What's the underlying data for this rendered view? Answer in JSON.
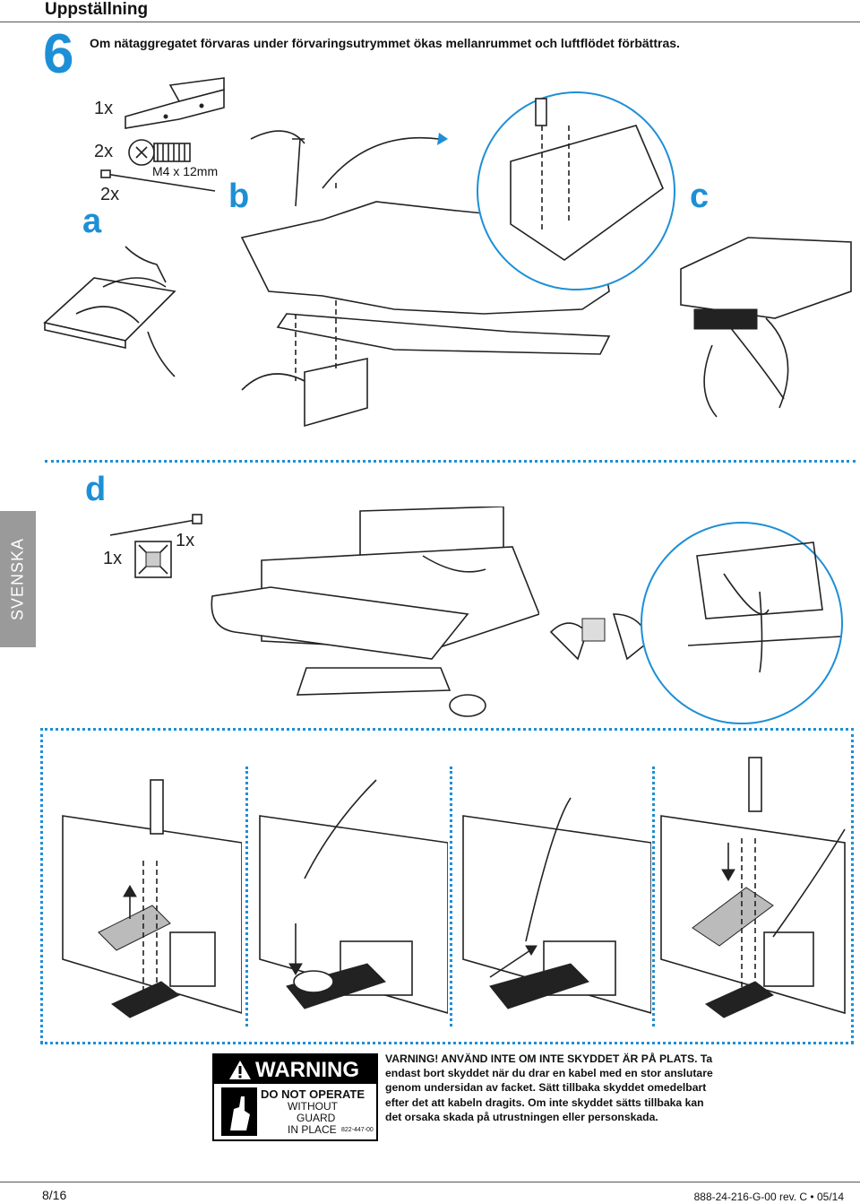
{
  "header": {
    "title": "Uppställning"
  },
  "step": {
    "number": "6",
    "intro": "Om nätaggregatet förvaras under förvaringsutrymmet ökas mellanrummet och luftflödet förbättras."
  },
  "side_tab": {
    "label": "SVENSKA"
  },
  "panel_a": {
    "letter": "a",
    "qty_bracket": "1x",
    "qty_screws": "2x",
    "screw_size": "M4 x 12mm",
    "qty_ties": "2x"
  },
  "panel_b": {
    "letter": "b"
  },
  "panel_c": {
    "letter": "c"
  },
  "panel_d": {
    "letter": "d",
    "qty_tie": "1x",
    "qty_mount": "1x"
  },
  "warning_label": {
    "heading": "WARNING",
    "line1": "DO NOT OPERATE",
    "line2": "WITHOUT",
    "line3": "GUARD",
    "line4": "IN PLACE",
    "code": "822-447-00"
  },
  "warning_text": "VARNING! ANVÄND INTE OM INTE SKYDDET ÄR PÅ PLATS. Ta endast bort skyddet när du drar en kabel med en stor anslutare genom undersidan av facket. Sätt tillbaka skyddet omedelbart efter det att kabeln dragits. Om inte skyddet sätts tillbaka kan det orsaka skada på utrustningen eller personskada.",
  "footer": {
    "page": "8/16",
    "doc": "888-24-216-G-00 rev. C • 05/14"
  },
  "colors": {
    "accent": "#1d8fd6",
    "tab": "#9a9a9a"
  }
}
